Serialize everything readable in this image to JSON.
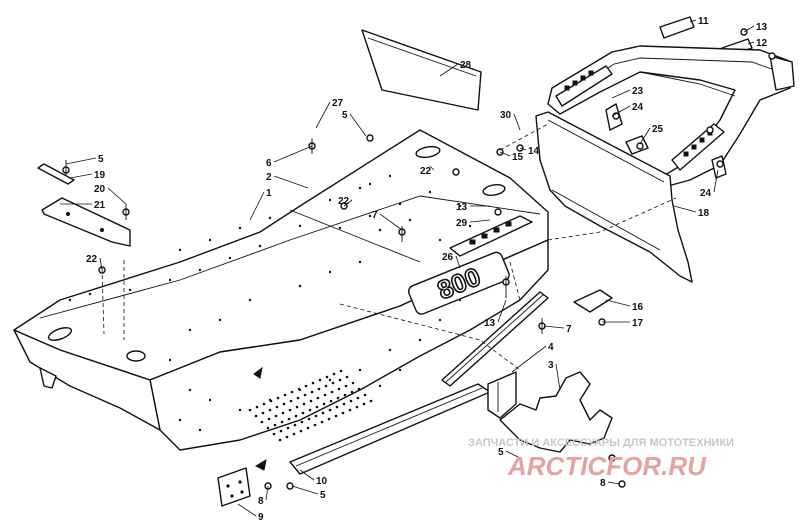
{
  "diagram": {
    "callouts": [
      "1",
      "2",
      "3",
      "4",
      "5",
      "6",
      "7",
      "8",
      "9",
      "10",
      "11",
      "12",
      "13",
      "14",
      "15",
      "16",
      "17",
      "18",
      "19",
      "20",
      "21",
      "22",
      "23",
      "24",
      "25",
      "26",
      "27",
      "28",
      "29",
      "30"
    ],
    "decal_text": "800"
  },
  "watermark": {
    "caption": "ЗАПЧАСТИ И АКСЕССУАРЫ ДЛЯ МОТОТЕХНИКИ",
    "logo": "ARCTICFOR.RU",
    "color": "#e4a3a3"
  }
}
